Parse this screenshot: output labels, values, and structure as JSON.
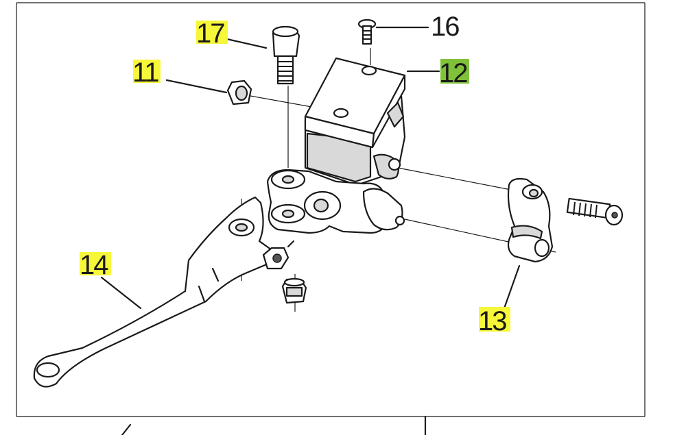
{
  "diagram": {
    "callouts": [
      {
        "id": "11",
        "label": "11",
        "highlight": "#f7f73a"
      },
      {
        "id": "12",
        "label": "12",
        "highlight": "#7fc23a"
      },
      {
        "id": "13",
        "label": "13",
        "highlight": "#f7f73a"
      },
      {
        "id": "14",
        "label": "14",
        "highlight": "#f7f73a"
      },
      {
        "id": "16",
        "label": "16",
        "highlight": "#ffffff"
      },
      {
        "id": "17",
        "label": "17",
        "highlight": "#f7f73a"
      }
    ],
    "parts": [
      "cap-nut",
      "reservoir-lid-assembly",
      "handlebar-clamp",
      "brake-lever",
      "lid-screw",
      "pivot-bolt",
      "master-cylinder-body",
      "clamp-bolt",
      "pivot-nut"
    ]
  }
}
